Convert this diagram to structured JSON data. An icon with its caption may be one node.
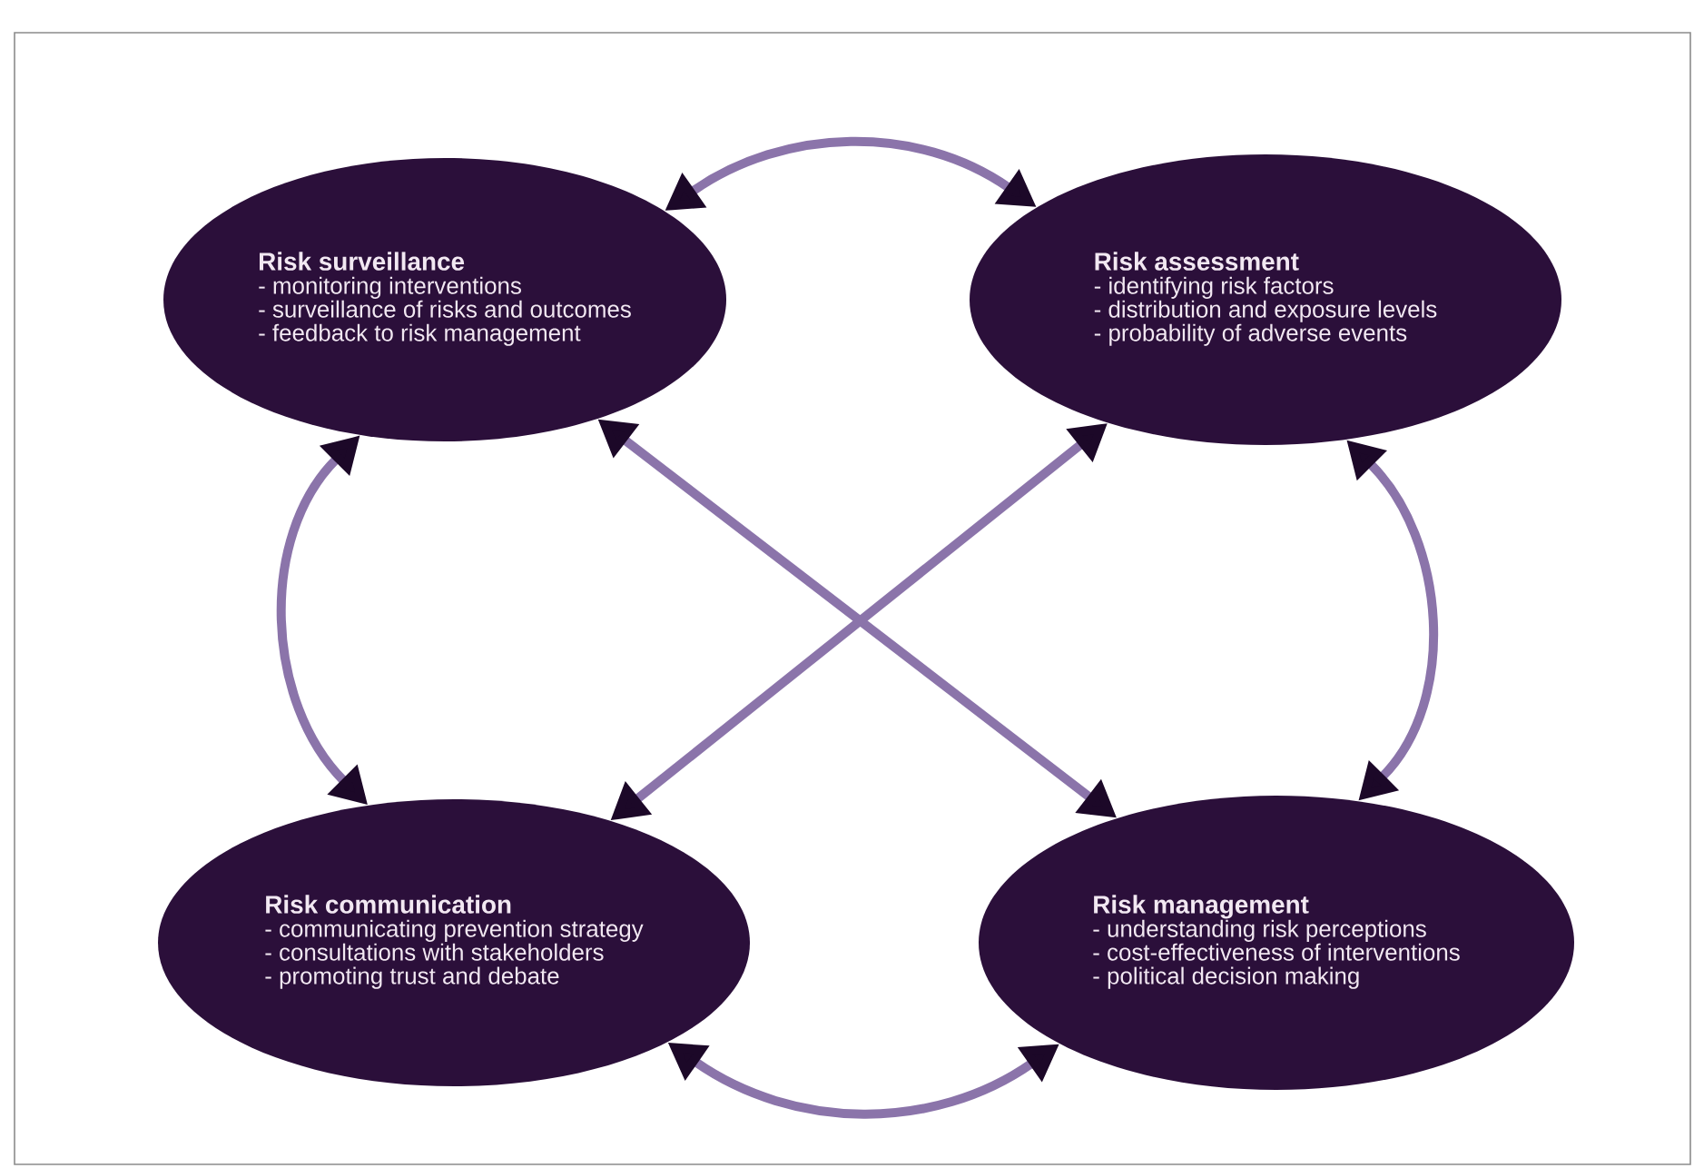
{
  "diagram": {
    "nodes": [
      {
        "text": [
          "Risk surveillance",
          "- monitoring interventions",
          "- surveillance of risks and outcomes",
          "- feedback to risk management"
        ]
      },
      {
        "text": [
          "Risk assessment",
          "- identifying risk factors",
          "- distribution and exposure levels",
          "- probability of adverse events"
        ]
      },
      {
        "text": [
          "Risk communication",
          "- communicating prevention strategy",
          "- consultations with stakeholders",
          "- promoting trust and debate"
        ]
      },
      {
        "text": [
          "Risk management",
          "- understanding risk perceptions",
          "- cost-effectiveness of interventions",
          "- political decision making"
        ]
      }
    ],
    "edges": [
      {
        "from": 0,
        "to": 1,
        "arrow": "both"
      },
      {
        "from": 0,
        "to": 2,
        "arrow": "both"
      },
      {
        "from": 1,
        "to": 3,
        "arrow": "both"
      },
      {
        "from": 2,
        "to": 3,
        "arrow": "both"
      },
      {
        "from": 0,
        "to": 3,
        "arrow": "both"
      },
      {
        "from": 1,
        "to": 2,
        "arrow": "both"
      }
    ]
  }
}
